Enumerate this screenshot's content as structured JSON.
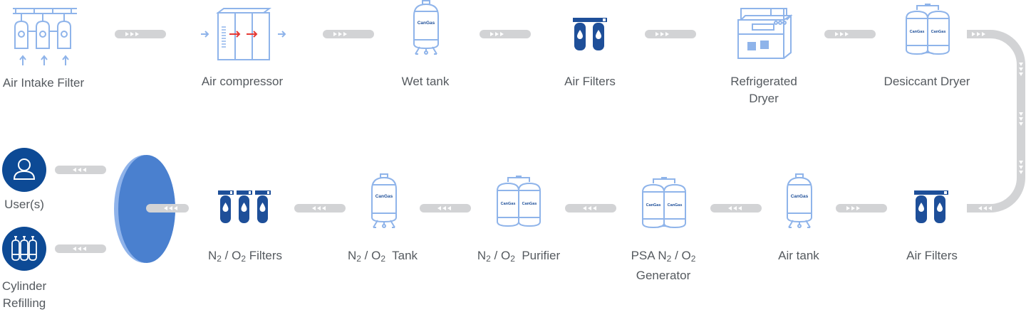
{
  "colors": {
    "outline": "#8fb4ea",
    "navy": "#1e4f99",
    "dark_blue": "#0d4a95",
    "disc_blue": "#4a80cf",
    "disc_edge": "#8fb3ea",
    "connector": "#d2d3d5",
    "arrow_red": "#e53935",
    "label": "#555a5f"
  },
  "brand_text": "CanGas",
  "top_row": [
    {
      "label": "Air Intake Filter",
      "icon": "air-intake-filter-icon"
    },
    {
      "label": "Air compressor",
      "icon": "air-compressor-icon"
    },
    {
      "label": "Wet tank",
      "icon": "wet-tank-icon"
    },
    {
      "label": "Air Filters",
      "icon": "twin-filter-icon"
    },
    {
      "label": "Refrigerated Dryer",
      "icon": "refrigerated-dryer-icon"
    },
    {
      "label": "Desiccant Dryer",
      "icon": "desiccant-dryer-icon"
    }
  ],
  "bottom_row": {
    "air_filters": "Air Filters",
    "air_tank": "Air tank",
    "psa": {
      "pre": "PSA N",
      "sub1": "2",
      "mid": " / O",
      "sub2": "2",
      "line2": "Generator"
    },
    "purifier": {
      "pre": "N",
      "sub1": "2",
      "mid": " / O",
      "sub2": "2",
      "post": "  Purifier"
    },
    "tank": {
      "pre": "N",
      "sub1": "2",
      "mid": " / O",
      "sub2": "2",
      "post": "  Tank"
    },
    "filters": {
      "pre": "N",
      "sub1": "2",
      "mid": " / O",
      "sub2": "2",
      "post": " Filters"
    }
  },
  "outputs": {
    "users": "User(s)",
    "cylinder_line1": "Cylinder",
    "cylinder_line2": "Refilling"
  }
}
